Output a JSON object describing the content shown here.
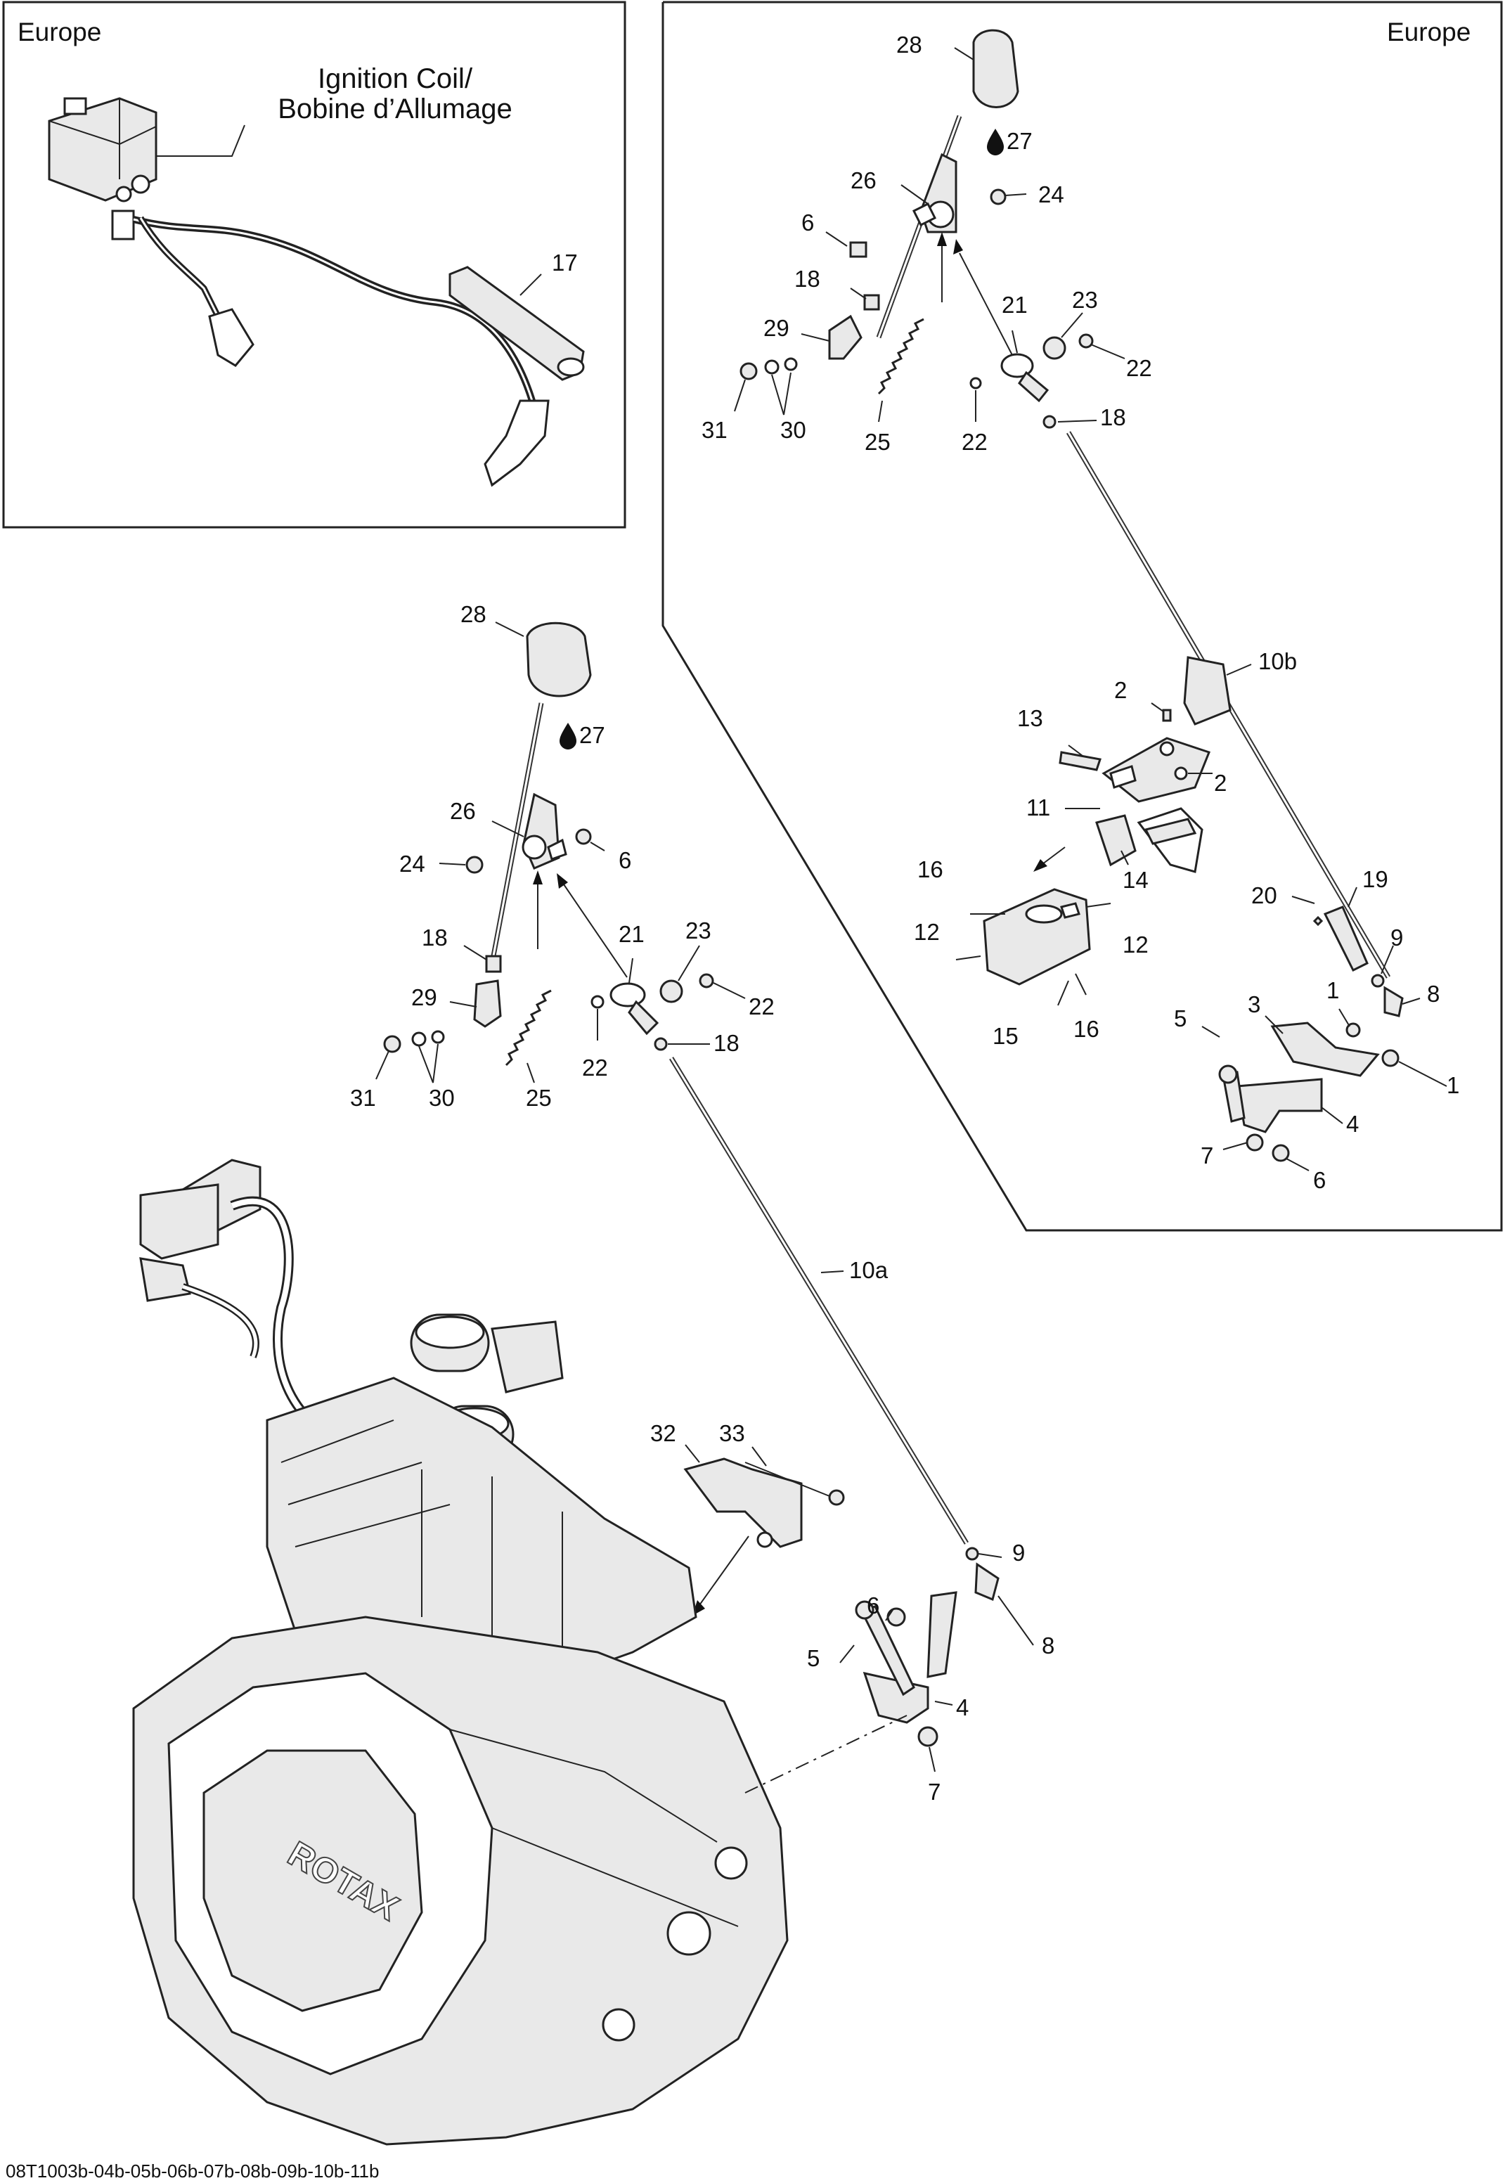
{
  "inset_top_left": {
    "region_label": "Europe",
    "ignition_coil_label_line1": "Ignition Coil/",
    "ignition_coil_label_line2": "Bobine d’Allumage",
    "callouts": [
      "17"
    ]
  },
  "inset_top_right": {
    "region_label": "Europe",
    "callouts": [
      "28",
      "27",
      "26",
      "24",
      "6",
      "18",
      "21",
      "23",
      "22",
      "29",
      "31",
      "30",
      "25",
      "22",
      "18",
      "10b",
      "2",
      "13",
      "2",
      "11",
      "14",
      "16",
      "12",
      "12",
      "15",
      "16",
      "20",
      "19",
      "9",
      "8",
      "1",
      "5",
      "3",
      "1",
      "4",
      "7",
      "6"
    ]
  },
  "main_assembly": {
    "callouts": [
      "28",
      "27",
      "26",
      "24",
      "6",
      "18",
      "21",
      "23",
      "22",
      "29",
      "31",
      "30",
      "25",
      "22",
      "18",
      "10a",
      "33",
      "32",
      "9",
      "6",
      "5",
      "8",
      "4",
      "7"
    ]
  },
  "lubricant_symbol": "oil-drop-icon",
  "drawing_code": "08T1003b-04b-05b-06b-07b-08b-09b-10b-11b"
}
